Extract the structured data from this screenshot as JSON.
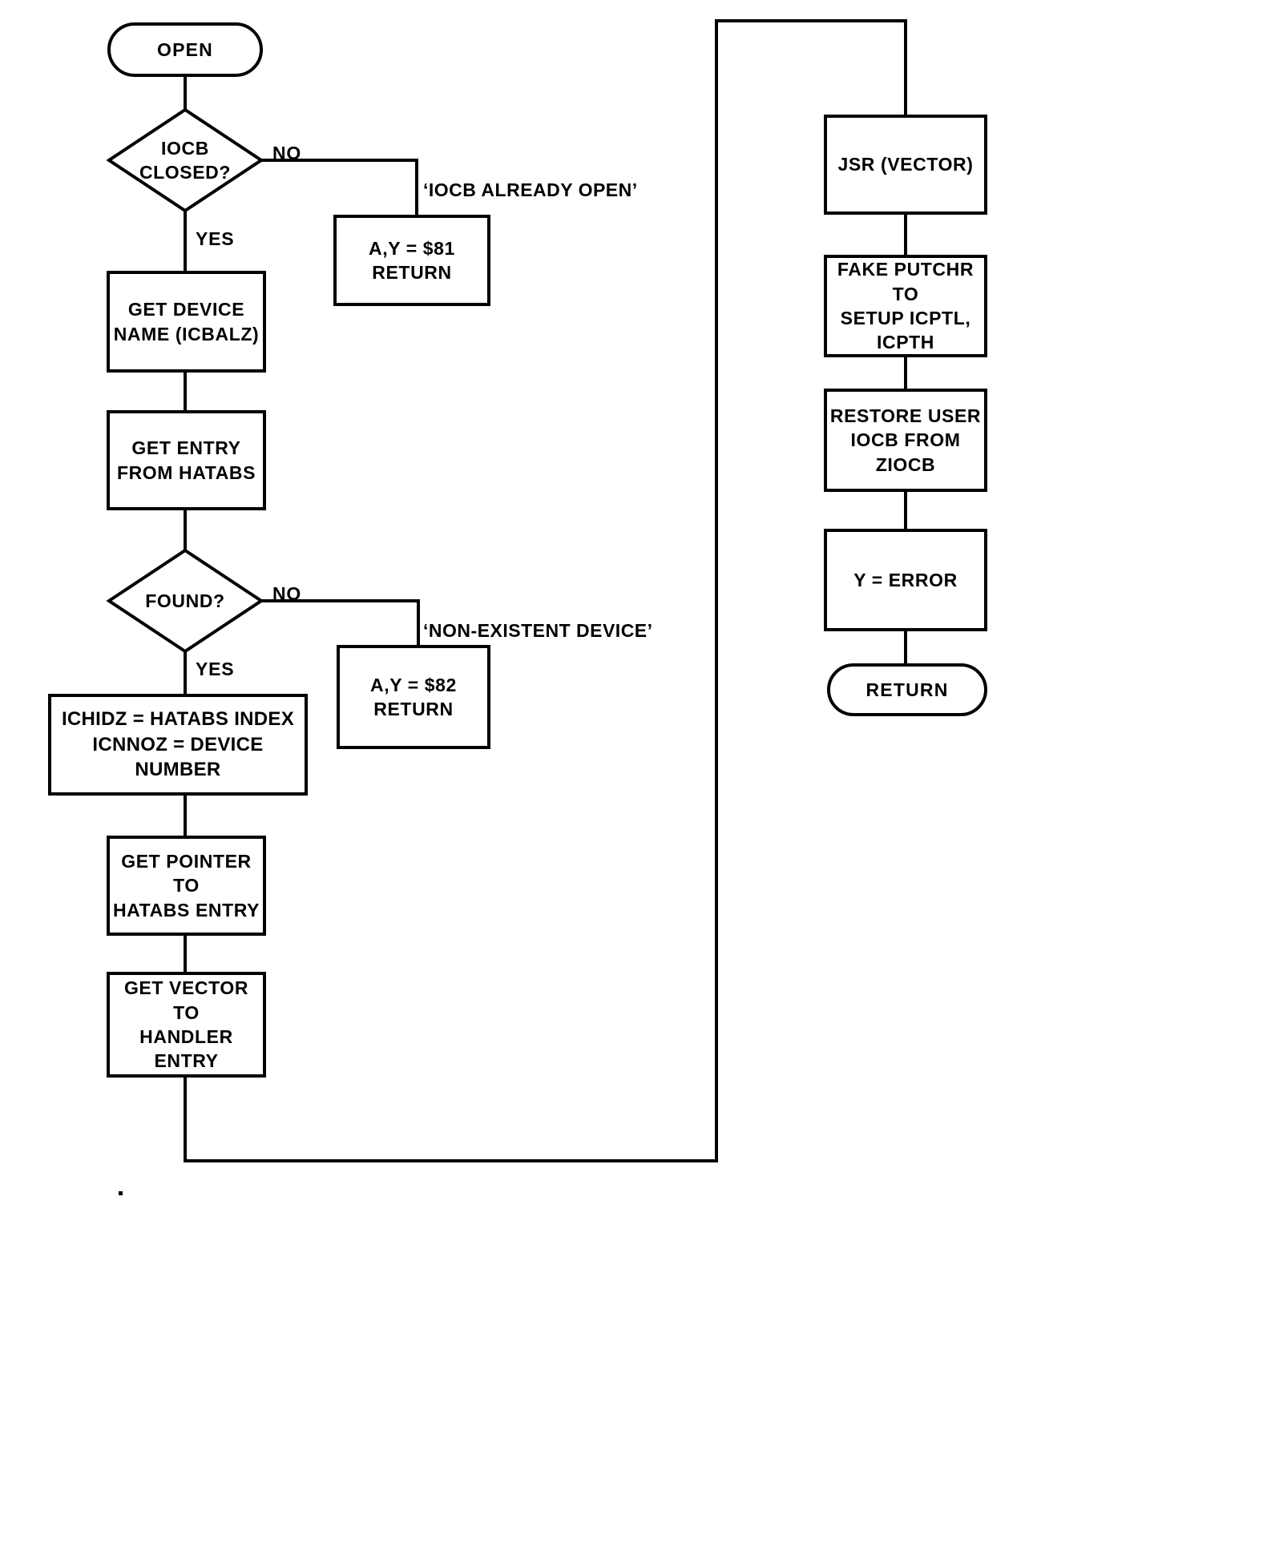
{
  "diagram": {
    "title": "OPEN",
    "type": "flowchart",
    "background_color": "#ffffff",
    "line_color": "#000000",
    "nodes": [
      {
        "id": "start",
        "shape": "terminal",
        "label": "OPEN"
      },
      {
        "id": "iocb_closed",
        "shape": "decision",
        "label": "IOCB\nCLOSED?"
      },
      {
        "id": "err81",
        "shape": "process",
        "label": "A,Y =  $81\nRETURN"
      },
      {
        "id": "get_device",
        "shape": "process",
        "label": "GET DEVICE\nNAME (ICBALZ)"
      },
      {
        "id": "get_entry",
        "shape": "process",
        "label": "GET ENTRY\nFROM HATABS"
      },
      {
        "id": "found",
        "shape": "decision",
        "label": "FOUND?"
      },
      {
        "id": "err82",
        "shape": "process",
        "label": "A,Y =  $82\nRETURN"
      },
      {
        "id": "set_ids",
        "shape": "process",
        "label": "ICHIDZ =  HATABS INDEX\nICNNOZ = DEVICE NUMBER"
      },
      {
        "id": "get_pointer",
        "shape": "process",
        "label": "GET POINTER TO\nHATABS ENTRY"
      },
      {
        "id": "get_vector",
        "shape": "process",
        "label": "GET VECTOR TO\nHANDLER ENTRY"
      },
      {
        "id": "jsr_vector",
        "shape": "process",
        "label": "JSR (VECTOR)"
      },
      {
        "id": "fake_putchr",
        "shape": "process",
        "label": "FAKE PUTCHR TO\nSETUP ICPTL,\nICPTH"
      },
      {
        "id": "restore_iocb",
        "shape": "process",
        "label": "RESTORE USER\nIOCB FROM\nZIOCB"
      },
      {
        "id": "y_error",
        "shape": "process",
        "label": "Y =  ERROR"
      },
      {
        "id": "return",
        "shape": "terminal",
        "label": "RETURN"
      }
    ],
    "edge_labels": [
      {
        "id": "no1",
        "text": "NO"
      },
      {
        "id": "yes1",
        "text": "YES"
      },
      {
        "id": "no2",
        "text": "NO"
      },
      {
        "id": "yes2",
        "text": "YES"
      }
    ],
    "annotations": [
      {
        "id": "ann_already_open",
        "text": "‘IOCB ALREADY OPEN’"
      },
      {
        "id": "ann_nonexistent",
        "text": "‘NON-EXISTENT DEVICE’"
      }
    ]
  }
}
